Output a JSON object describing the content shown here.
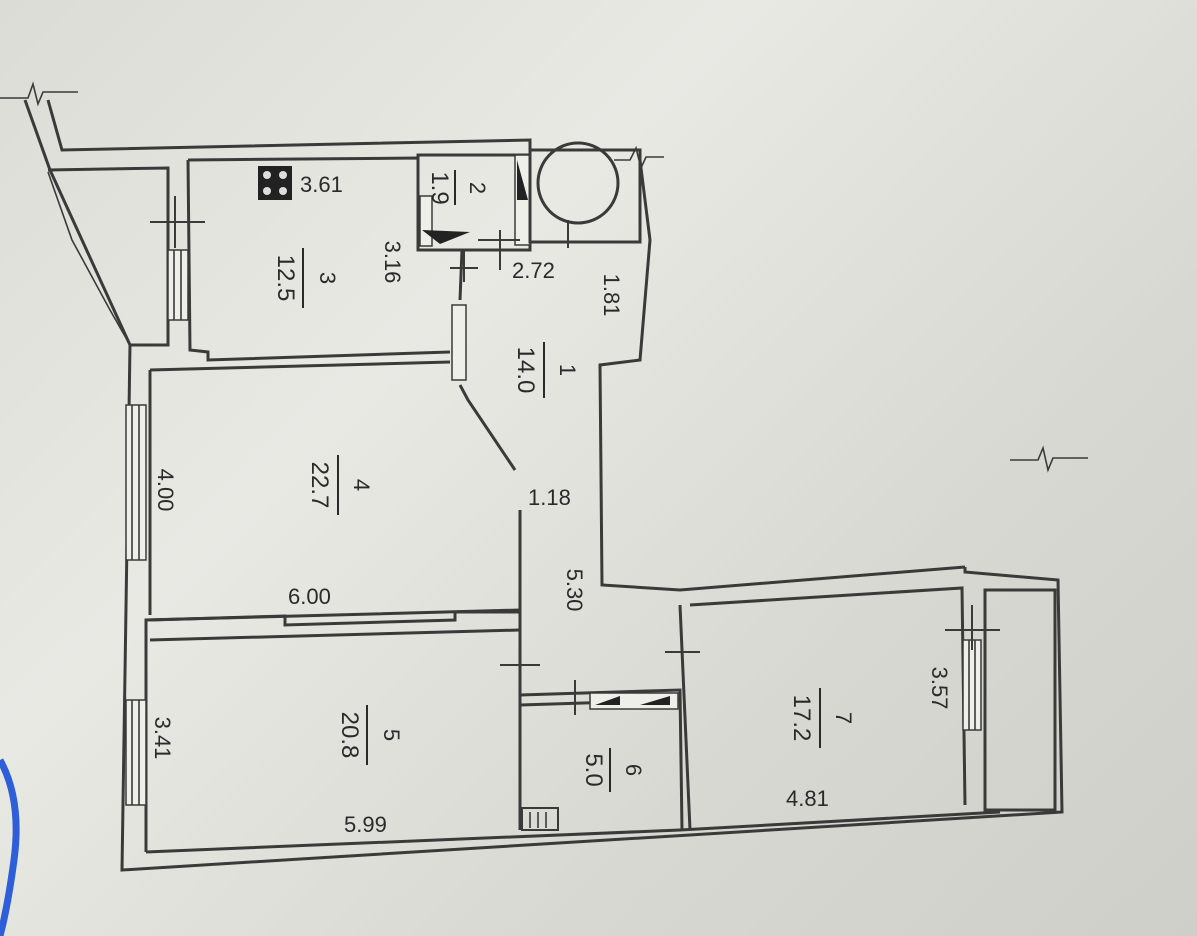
{
  "rooms": [
    {
      "number": "1",
      "area": "14.0"
    },
    {
      "number": "2",
      "area": "1.9"
    },
    {
      "number": "3",
      "area": "12.5"
    },
    {
      "number": "4",
      "area": "22.7"
    },
    {
      "number": "5",
      "area": "20.8"
    },
    {
      "number": "6",
      "area": "5.0"
    },
    {
      "number": "7",
      "area": "17.2"
    }
  ],
  "dimensions": {
    "kitchen_width": "3.61",
    "kitchen_depth": "3.16",
    "hall_width": "2.72",
    "hall_side": "1.81",
    "room4_depth": "4.00",
    "room4_width": "6.00",
    "corridor_width": "1.18",
    "corridor_length": "5.30",
    "room5_depth": "3.41",
    "room5_width": "5.99",
    "room7_depth": "3.57",
    "room7_width": "4.81"
  },
  "colors": {
    "ink": "#3a3a3a",
    "paper": "#e4e4df"
  }
}
